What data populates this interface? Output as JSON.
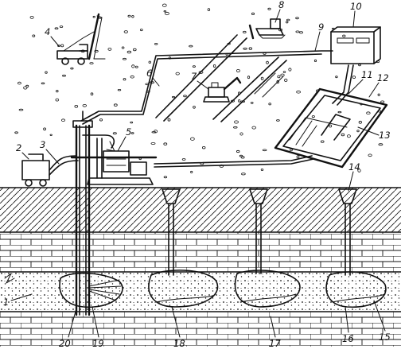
{
  "figure": {
    "ink_color": "#111111",
    "background_color": "#ffffff",
    "callouts": [
      "1",
      "2",
      "3",
      "4",
      "5",
      "6",
      "7",
      "8",
      "9",
      "10",
      "11",
      "12",
      "13",
      "14",
      "15",
      "16",
      "17",
      "18",
      "19",
      "20"
    ]
  }
}
